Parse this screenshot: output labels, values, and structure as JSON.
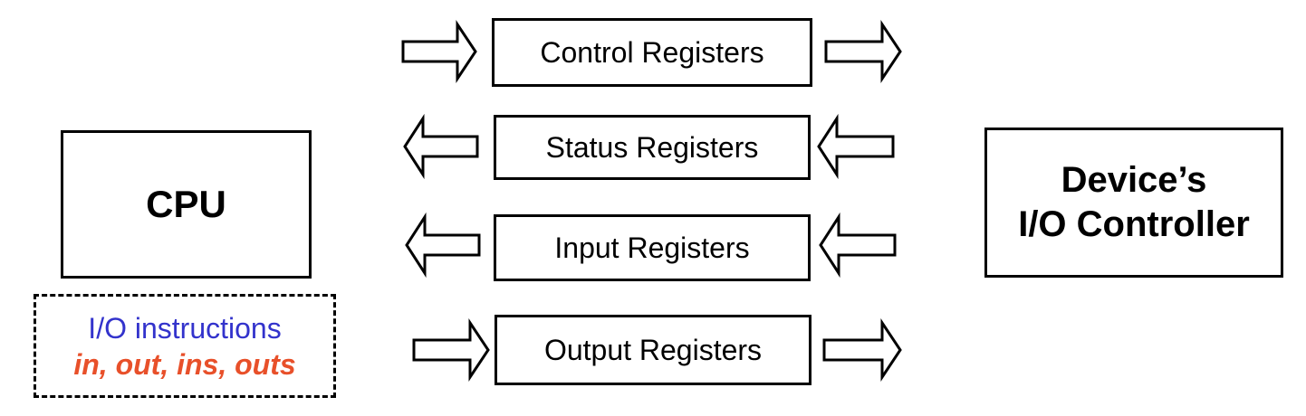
{
  "cpu": {
    "label": "CPU"
  },
  "device": {
    "line1": "Device’s",
    "line2": "I/O Controller"
  },
  "registers": [
    {
      "label": "Control Registers",
      "direction": "cpu-to-device"
    },
    {
      "label": "Status Registers",
      "direction": "device-to-cpu"
    },
    {
      "label": "Input Registers",
      "direction": "device-to-cpu"
    },
    {
      "label": "Output Registers",
      "direction": "cpu-to-device"
    }
  ],
  "io_instructions": {
    "title": "I/O instructions",
    "list": "in, out, ins, outs",
    "title_color": "#3333cc",
    "list_color": "#e8502a"
  }
}
